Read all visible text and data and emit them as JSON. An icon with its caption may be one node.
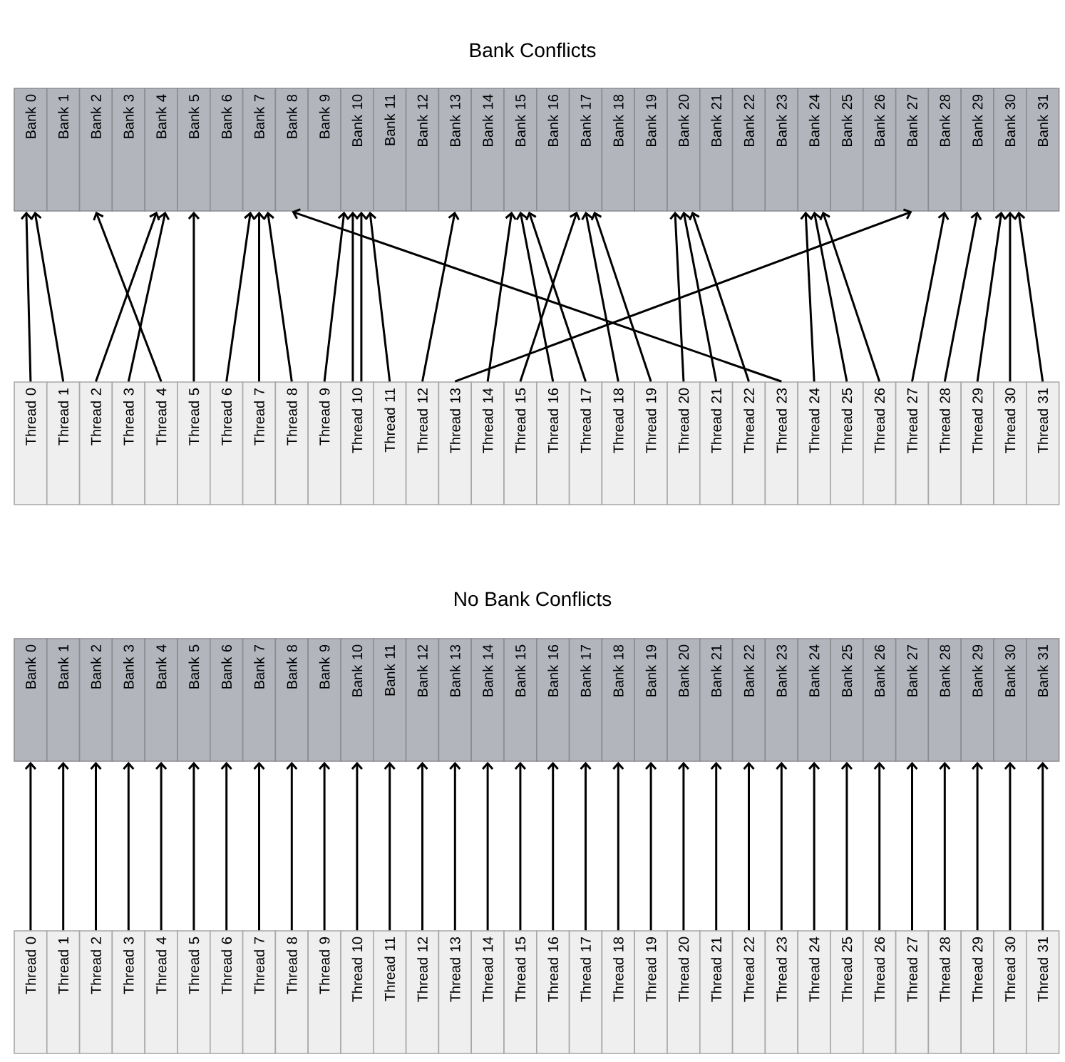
{
  "diagram": {
    "nodes": [
      {
        "text": [
          "Bank 0"
        ]
      },
      {
        "text": [
          "Bank 1"
        ]
      },
      {
        "text": [
          "Bank 2"
        ]
      },
      {
        "text": [
          "Bank 3"
        ]
      },
      {
        "text": [
          "Bank 4"
        ]
      },
      {
        "text": [
          "Bank 5"
        ]
      },
      {
        "text": [
          "Bank 6"
        ]
      },
      {
        "text": [
          "Bank 7"
        ]
      },
      {
        "text": [
          "Bank 8"
        ]
      },
      {
        "text": [
          "Bank 9"
        ]
      },
      {
        "text": [
          "Bank 10"
        ]
      },
      {
        "text": [
          "Bank 11"
        ]
      },
      {
        "text": [
          "Bank 12"
        ]
      },
      {
        "text": [
          "Bank 13"
        ]
      },
      {
        "text": [
          "Bank 14"
        ]
      },
      {
        "text": [
          "Bank 15"
        ]
      },
      {
        "text": [
          "Bank 16"
        ]
      },
      {
        "text": [
          "Bank 17"
        ]
      },
      {
        "text": [
          "Bank 18"
        ]
      },
      {
        "text": [
          "Bank 19"
        ]
      },
      {
        "text": [
          "Bank 20"
        ]
      },
      {
        "text": [
          "Bank 21"
        ]
      },
      {
        "text": [
          "Bank 22"
        ]
      },
      {
        "text": [
          "Bank 23"
        ]
      },
      {
        "text": [
          "Bank 24"
        ]
      },
      {
        "text": [
          "Bank 25"
        ]
      },
      {
        "text": [
          "Bank 26"
        ]
      },
      {
        "text": [
          "Bank 27"
        ]
      },
      {
        "text": [
          "Bank 28"
        ]
      },
      {
        "text": [
          "Bank 29"
        ]
      },
      {
        "text": [
          "Bank 30"
        ]
      },
      {
        "text": [
          "Bank 31"
        ]
      },
      {
        "text": [
          "Thread 0"
        ]
      },
      {
        "text": [
          "Thread 1"
        ]
      },
      {
        "text": [
          "Thread 2"
        ]
      },
      {
        "text": [
          "Thread 3"
        ]
      },
      {
        "text": [
          "Thread 4"
        ]
      },
      {
        "text": [
          "Thread 5"
        ]
      },
      {
        "text": [
          "Thread 6"
        ]
      },
      {
        "text": [
          "Thread 7"
        ]
      },
      {
        "text": [
          "Thread 8"
        ]
      },
      {
        "text": [
          "Thread 9"
        ]
      },
      {
        "text": [
          "Thread 10"
        ]
      },
      {
        "text": [
          "Thread 11"
        ]
      },
      {
        "text": [
          "Thread 12"
        ]
      },
      {
        "text": [
          "Thread 13"
        ]
      },
      {
        "text": [
          "Thread 14"
        ]
      },
      {
        "text": [
          "Thread 15"
        ]
      },
      {
        "text": [
          "Thread 16"
        ]
      },
      {
        "text": [
          "Thread 17"
        ]
      },
      {
        "text": [
          "Thread 18"
        ]
      },
      {
        "text": [
          "Thread 19"
        ]
      },
      {
        "text": [
          "Thread 20"
        ]
      },
      {
        "text": [
          "Thread 21"
        ]
      },
      {
        "text": [
          "Thread 22"
        ]
      },
      {
        "text": [
          "Thread 23"
        ]
      },
      {
        "text": [
          "Thread 24"
        ]
      },
      {
        "text": [
          "Thread 25"
        ]
      },
      {
        "text": [
          "Thread 26"
        ]
      },
      {
        "text": [
          "Thread 27"
        ]
      },
      {
        "text": [
          "Thread 28"
        ]
      },
      {
        "text": [
          "Thread 29"
        ]
      },
      {
        "text": [
          "Thread 30"
        ]
      },
      {
        "text": [
          "Thread 31"
        ]
      },
      {
        "text": [
          "Bank 0"
        ]
      },
      {
        "text": [
          "Bank 1"
        ]
      },
      {
        "text": [
          "Bank 2"
        ]
      },
      {
        "text": [
          "Bank 3"
        ]
      },
      {
        "text": [
          "Bank 4"
        ]
      },
      {
        "text": [
          "Bank 5"
        ]
      },
      {
        "text": [
          "Bank 6"
        ]
      },
      {
        "text": [
          "Bank 7"
        ]
      },
      {
        "text": [
          "Bank 8"
        ]
      },
      {
        "text": [
          "Bank 9"
        ]
      },
      {
        "text": [
          "Bank 10"
        ]
      },
      {
        "text": [
          "Bank 11"
        ]
      },
      {
        "text": [
          "Bank 12"
        ]
      },
      {
        "text": [
          "Bank 13"
        ]
      },
      {
        "text": [
          "Bank 14"
        ]
      },
      {
        "text": [
          "Bank 15"
        ]
      },
      {
        "text": [
          "Bank 16"
        ]
      },
      {
        "text": [
          "Bank 17"
        ]
      },
      {
        "text": [
          "Bank 18"
        ]
      },
      {
        "text": [
          "Bank 19"
        ]
      },
      {
        "text": [
          "Bank 20"
        ]
      },
      {
        "text": [
          "Bank 21"
        ]
      },
      {
        "text": [
          "Bank 22"
        ]
      },
      {
        "text": [
          "Bank 23"
        ]
      },
      {
        "text": [
          "Bank 24"
        ]
      },
      {
        "text": [
          "Bank 25"
        ]
      },
      {
        "text": [
          "Bank 26"
        ]
      },
      {
        "text": [
          "Bank 27"
        ]
      },
      {
        "text": [
          "Bank 28"
        ]
      },
      {
        "text": [
          "Bank 29"
        ]
      },
      {
        "text": [
          "Bank 30"
        ]
      },
      {
        "text": [
          "Bank 31"
        ]
      },
      {
        "text": [
          "Thread 0"
        ]
      },
      {
        "text": [
          "Thread 1"
        ]
      },
      {
        "text": [
          "Thread 2"
        ]
      },
      {
        "text": [
          "Thread 3"
        ]
      },
      {
        "text": [
          "Thread 4"
        ]
      },
      {
        "text": [
          "Thread 5"
        ]
      },
      {
        "text": [
          "Thread 6"
        ]
      },
      {
        "text": [
          "Thread 7"
        ]
      },
      {
        "text": [
          "Thread 8"
        ]
      },
      {
        "text": [
          "Thread 9"
        ]
      },
      {
        "text": [
          "Thread 10"
        ]
      },
      {
        "text": [
          "Thread 11"
        ]
      },
      {
        "text": [
          "Thread 12"
        ]
      },
      {
        "text": [
          "Thread 13"
        ]
      },
      {
        "text": [
          "Thread 14"
        ]
      },
      {
        "text": [
          "Thread 15"
        ]
      },
      {
        "text": [
          "Thread 16"
        ]
      },
      {
        "text": [
          "Thread 17"
        ]
      },
      {
        "text": [
          "Thread 18"
        ]
      },
      {
        "text": [
          "Thread 19"
        ]
      },
      {
        "text": [
          "Thread 20"
        ]
      },
      {
        "text": [
          "Thread 21"
        ]
      },
      {
        "text": [
          "Thread 22"
        ]
      },
      {
        "text": [
          "Thread 23"
        ]
      },
      {
        "text": [
          "Thread 24"
        ]
      },
      {
        "text": [
          "Thread 25"
        ]
      },
      {
        "text": [
          "Thread 26"
        ]
      },
      {
        "text": [
          "Thread 27"
        ]
      },
      {
        "text": [
          "Thread 28"
        ]
      },
      {
        "text": [
          "Thread 29"
        ]
      },
      {
        "text": [
          "Thread 30"
        ]
      },
      {
        "text": [
          "Thread 31"
        ]
      }
    ],
    "edges": [
      {
        "from": 32,
        "to": 0,
        "arrow": "to"
      },
      {
        "from": 33,
        "to": 0,
        "arrow": "to"
      },
      {
        "from": 34,
        "to": 4,
        "arrow": "to"
      },
      {
        "from": 35,
        "to": 4,
        "arrow": "to"
      },
      {
        "from": 36,
        "to": 2,
        "arrow": "to"
      },
      {
        "from": 37,
        "to": 5,
        "arrow": "to"
      },
      {
        "from": 38,
        "to": 7,
        "arrow": "to"
      },
      {
        "from": 39,
        "to": 7,
        "arrow": "to"
      },
      {
        "from": 40,
        "to": 7,
        "arrow": "to"
      },
      {
        "from": 41,
        "to": 10,
        "arrow": "to"
      },
      {
        "from": 42,
        "to": 10,
        "arrow": "to"
      },
      {
        "from": 42,
        "to": 10,
        "arrow": "to"
      },
      {
        "from": 43,
        "to": 10,
        "arrow": "to"
      },
      {
        "from": 44,
        "to": 13,
        "arrow": "to"
      },
      {
        "from": 45,
        "to": 27,
        "arrow": "to"
      },
      {
        "from": 46,
        "to": 15,
        "arrow": "to"
      },
      {
        "from": 47,
        "to": 17,
        "arrow": "to"
      },
      {
        "from": 48,
        "to": 15,
        "arrow": "to"
      },
      {
        "from": 49,
        "to": 15,
        "arrow": "to"
      },
      {
        "from": 50,
        "to": 17,
        "arrow": "to"
      },
      {
        "from": 51,
        "to": 17,
        "arrow": "to"
      },
      {
        "from": 52,
        "to": 20,
        "arrow": "to"
      },
      {
        "from": 53,
        "to": 20,
        "arrow": "to"
      },
      {
        "from": 54,
        "to": 20,
        "arrow": "to"
      },
      {
        "from": 55,
        "to": 8,
        "arrow": "to"
      },
      {
        "from": 56,
        "to": 24,
        "arrow": "to"
      },
      {
        "from": 57,
        "to": 24,
        "arrow": "to"
      },
      {
        "from": 58,
        "to": 24,
        "arrow": "to"
      },
      {
        "from": 59,
        "to": 28,
        "arrow": "to"
      },
      {
        "from": 60,
        "to": 29,
        "arrow": "to"
      },
      {
        "from": 61,
        "to": 30,
        "arrow": "to"
      },
      {
        "from": 62,
        "to": 30,
        "arrow": "to"
      },
      {
        "from": 63,
        "to": 30,
        "arrow": "to"
      },
      {
        "from": 96,
        "to": 64,
        "arrow": "to"
      },
      {
        "from": 97,
        "to": 65,
        "arrow": "to"
      },
      {
        "from": 98,
        "to": 66,
        "arrow": "to"
      },
      {
        "from": 99,
        "to": 67,
        "arrow": "to"
      },
      {
        "from": 100,
        "to": 68,
        "arrow": "to"
      },
      {
        "from": 101,
        "to": 69,
        "arrow": "to"
      },
      {
        "from": 102,
        "to": 70,
        "arrow": "to"
      },
      {
        "from": 103,
        "to": 71,
        "arrow": "to"
      },
      {
        "from": 104,
        "to": 72,
        "arrow": "to"
      },
      {
        "from": 105,
        "to": 73,
        "arrow": "to"
      },
      {
        "from": 106,
        "to": 74,
        "arrow": "to"
      },
      {
        "from": 107,
        "to": 75,
        "arrow": "to"
      },
      {
        "from": 108,
        "to": 76,
        "arrow": "to"
      },
      {
        "from": 109,
        "to": 77,
        "arrow": "to"
      },
      {
        "from": 110,
        "to": 78,
        "arrow": "to"
      },
      {
        "from": 111,
        "to": 79,
        "arrow": "to"
      },
      {
        "from": 112,
        "to": 80,
        "arrow": "to"
      },
      {
        "from": 113,
        "to": 81,
        "arrow": "to"
      },
      {
        "from": 114,
        "to": 82,
        "arrow": "to"
      },
      {
        "from": 115,
        "to": 83,
        "arrow": "to"
      },
      {
        "from": 116,
        "to": 84,
        "arrow": "to"
      },
      {
        "from": 117,
        "to": 85,
        "arrow": "to"
      },
      {
        "from": 118,
        "to": 86,
        "arrow": "to"
      },
      {
        "from": 119,
        "to": 87,
        "arrow": "to"
      },
      {
        "from": 120,
        "to": 88,
        "arrow": "to"
      },
      {
        "from": 121,
        "to": 89,
        "arrow": "to"
      },
      {
        "from": 122,
        "to": 90,
        "arrow": "to"
      },
      {
        "from": 123,
        "to": 91,
        "arrow": "to"
      },
      {
        "from": 124,
        "to": 92,
        "arrow": "to"
      },
      {
        "from": 125,
        "to": 93,
        "arrow": "to"
      },
      {
        "from": 126,
        "to": 94,
        "arrow": "to"
      },
      {
        "from": 127,
        "to": 95,
        "arrow": "to"
      }
    ],
    "labels": [
      "Bank Conflicts",
      "No Bank Conflicts"
    ]
  }
}
